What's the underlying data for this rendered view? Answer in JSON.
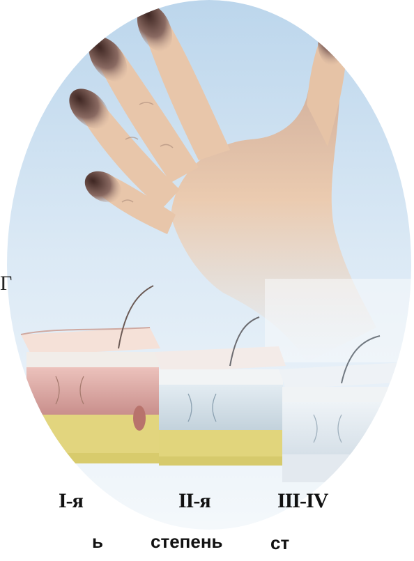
{
  "labels": {
    "stray_glyph": "Г",
    "degree_1": "I-я",
    "degree_2": "II-я",
    "degree_3": "III-IV",
    "word_1": "ь",
    "word_2": "степень",
    "word_3": "ст"
  },
  "colors": {
    "sky_top": "#c5dcef",
    "sky_bottom": "#eef5fb",
    "skin": "#e9c6a8",
    "frostbite": "#5a3a35",
    "block1_dermis": "#d9a7a3",
    "block2_dermis": "#c9d8e2",
    "block3_dermis": "#d9e3ec",
    "fat_yellow": "#e1d77c"
  },
  "icons": [
    "hand-illustration",
    "skin-block-icon"
  ]
}
